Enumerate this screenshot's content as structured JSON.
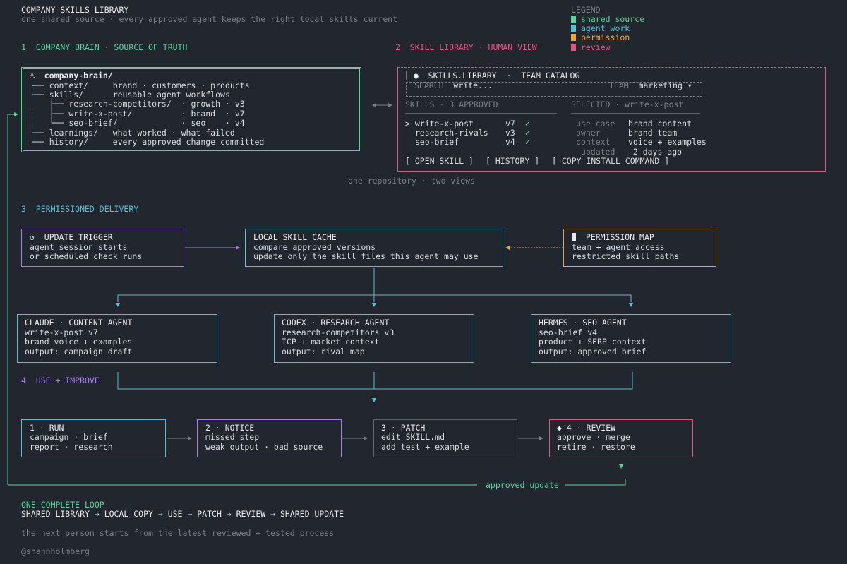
{
  "header": {
    "title": "COMPANY SKILLS LIBRARY",
    "subtitle": "one shared source · every approved agent keeps the right local skills current"
  },
  "legend": {
    "title": "LEGEND",
    "items": [
      {
        "label": "shared source",
        "color": "#57d49a"
      },
      {
        "label": "agent work",
        "color": "#4cc3d9"
      },
      {
        "label": "permission",
        "color": "#f0a43a"
      },
      {
        "label": "review",
        "color": "#ea4f86"
      }
    ]
  },
  "sections": {
    "s1": "1  COMPANY BRAIN · SOURCE OF TRUTH",
    "s2": "2  SKILL LIBRARY · HUMAN VIEW",
    "s3": "3  PERMISSIONED DELIVERY",
    "s4": "4  USE + IMPROVE"
  },
  "brain": {
    "icon": "anchor-icon",
    "root": "company-brain/",
    "lines": [
      "├── context/     brand · customers · products",
      "├── skills/      reusable agent workflows",
      "│   ├── research-competitors/  · growth · v3",
      "│   ├── write-x-post/          · brand  · v7",
      "│   └── seo-brief/             · seo    · v4",
      "├── learnings/   what worked · what failed",
      "└── history/     every approved change committed"
    ]
  },
  "library": {
    "icon": "circle-icon",
    "title": "SKILLS.LIBRARY  ·  TEAM CATALOG",
    "search_label": "SEARCH",
    "search_value": "write...",
    "team_label": "TEAM",
    "team_value": "marketing ▾",
    "skills_header": "SKILLS · 3 APPROVED",
    "skills": [
      {
        "name": "> write-x-post",
        "version": "v7",
        "check": "✓"
      },
      {
        "name": "  research-rivals",
        "version": "v3",
        "check": "✓"
      },
      {
        "name": "  seo-brief",
        "version": "v4",
        "check": "✓"
      }
    ],
    "selected_header": "SELECTED · write-x-post",
    "details": [
      {
        "k": "use case",
        "v": "brand content"
      },
      {
        "k": "owner",
        "v": "brand team"
      },
      {
        "k": "context",
        "v": "voice + examples"
      },
      {
        "k": " updated",
        "v": "  2 days ago"
      }
    ],
    "buttons": [
      "[ OPEN SKILL ]",
      "[ HISTORY ]",
      "[ COPY INSTALL COMMAND ]"
    ]
  },
  "repo_note": "one repository · two views",
  "delivery": {
    "trigger": {
      "icon": "refresh-icon",
      "title": "↺  UPDATE TRIGGER",
      "l1": "agent session starts",
      "l2": "or scheduled check runs"
    },
    "cache": {
      "title": "LOCAL SKILL CACHE",
      "l1": "compare approved versions",
      "l2": "update only the skill files this agent may use"
    },
    "perm": {
      "icon": "square-icon",
      "title": "PERMISSION MAP",
      "l1": "team + agent access",
      "l2": "restricted skill paths"
    }
  },
  "agents": [
    {
      "title": "CLAUDE · CONTENT AGENT",
      "l1": "write-x-post v7",
      "l2": "brand voice + examples",
      "l3": "output: campaign draft"
    },
    {
      "title": "CODEX · RESEARCH AGENT",
      "l1": "research-competitors v3",
      "l2": "ICP + market context",
      "l3": "output: rival map"
    },
    {
      "title": "HERMES · SEO AGENT",
      "l1": "seo-brief v4",
      "l2": "product + SERP context",
      "l3": "output: approved brief"
    }
  ],
  "loop_steps": [
    {
      "title": "1 · RUN",
      "l1": "campaign · brief",
      "l2": "report · research"
    },
    {
      "title": "2 · NOTICE",
      "l1": "missed step",
      "l2": "weak output · bad source"
    },
    {
      "title": "3 · PATCH",
      "l1": "edit SKILL.md",
      "l2": "add test + example"
    },
    {
      "title": "◆ 4 · REVIEW",
      "l1": "approve · merge",
      "l2": "retire · restore"
    }
  ],
  "approved_update": "approved update",
  "footer": {
    "title": "ONE COMPLETE LOOP",
    "flow": "SHARED LIBRARY → LOCAL COPY → USE → PATCH → REVIEW → SHARED UPDATE",
    "note": "the next person starts from the latest reviewed + tested process",
    "credit": "@shannholmberg"
  }
}
